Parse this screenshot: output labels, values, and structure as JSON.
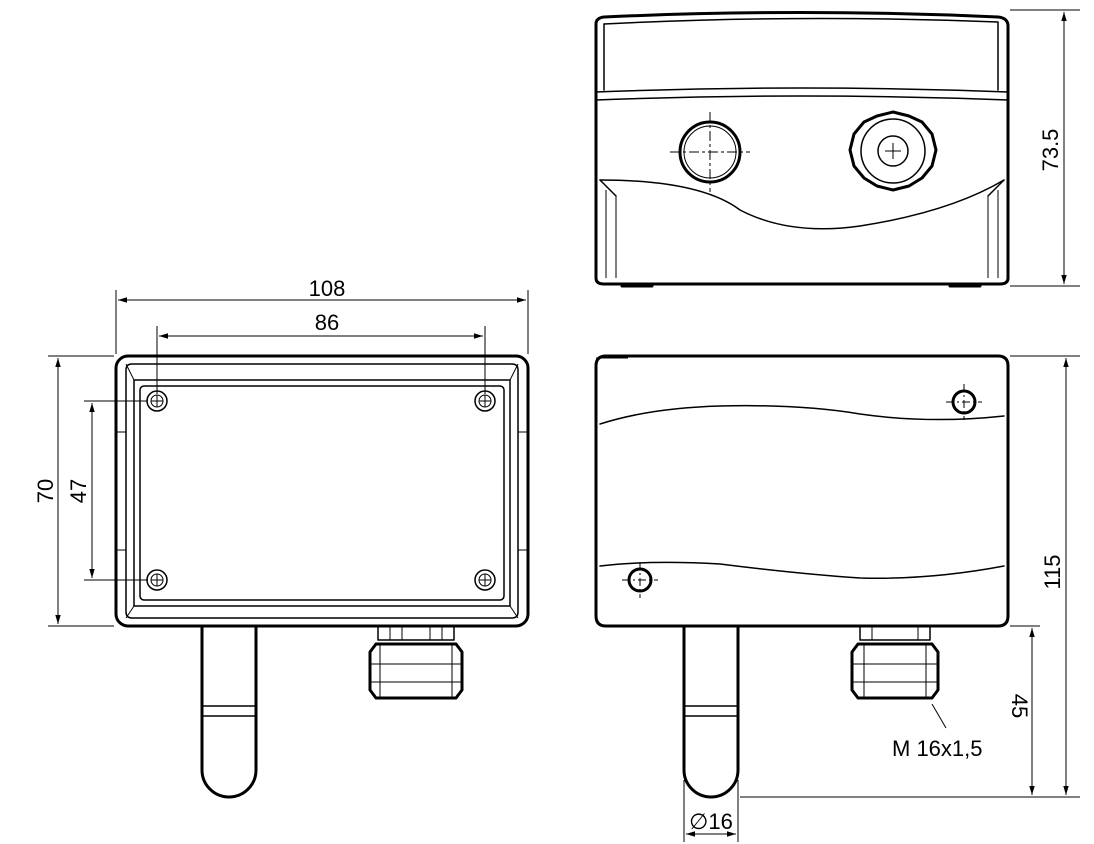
{
  "dimensions": {
    "width_total": "108",
    "width_holes": "86",
    "height_total": "70",
    "height_holes": "47",
    "depth": "73.5",
    "length_total": "115",
    "probe_length": "45",
    "probe_diameter": "∅16"
  },
  "callouts": {
    "thread": "M 16x1,5"
  }
}
